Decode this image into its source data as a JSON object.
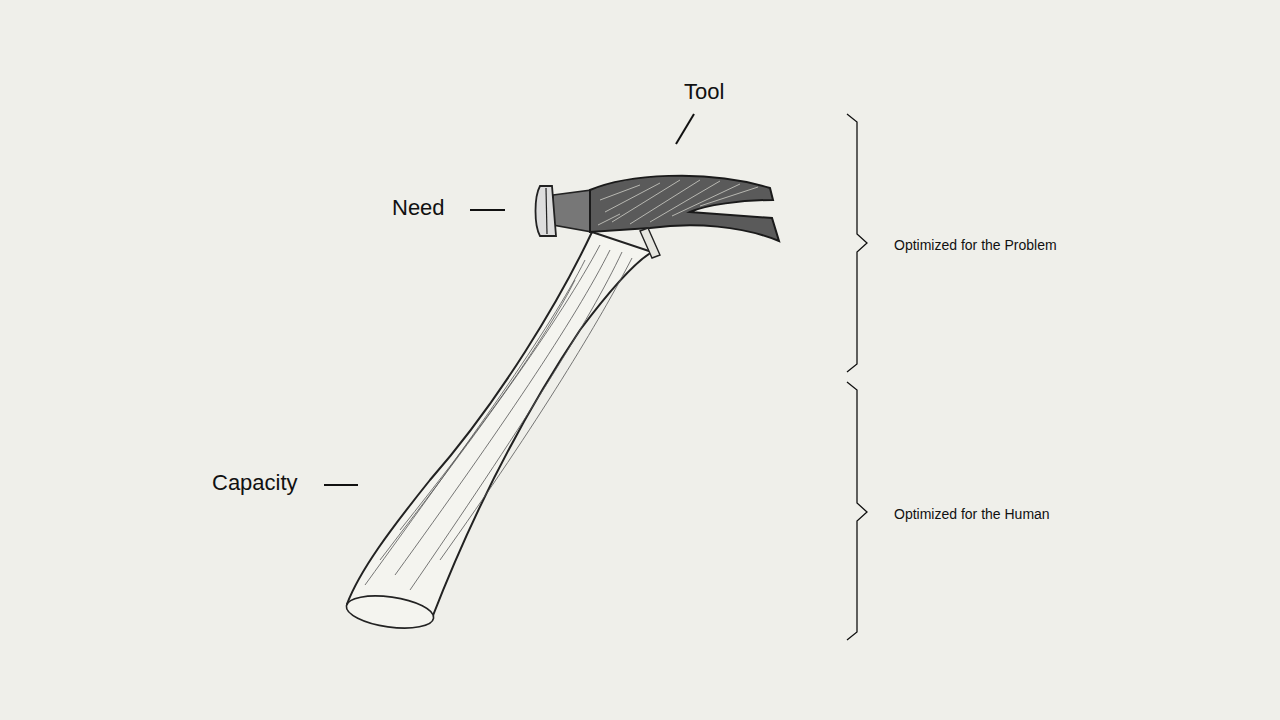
{
  "diagram": {
    "labels": [
      "Tool",
      "Need",
      "Capacity",
      "Optimized for the Problem",
      "Optimized for the Human"
    ]
  }
}
